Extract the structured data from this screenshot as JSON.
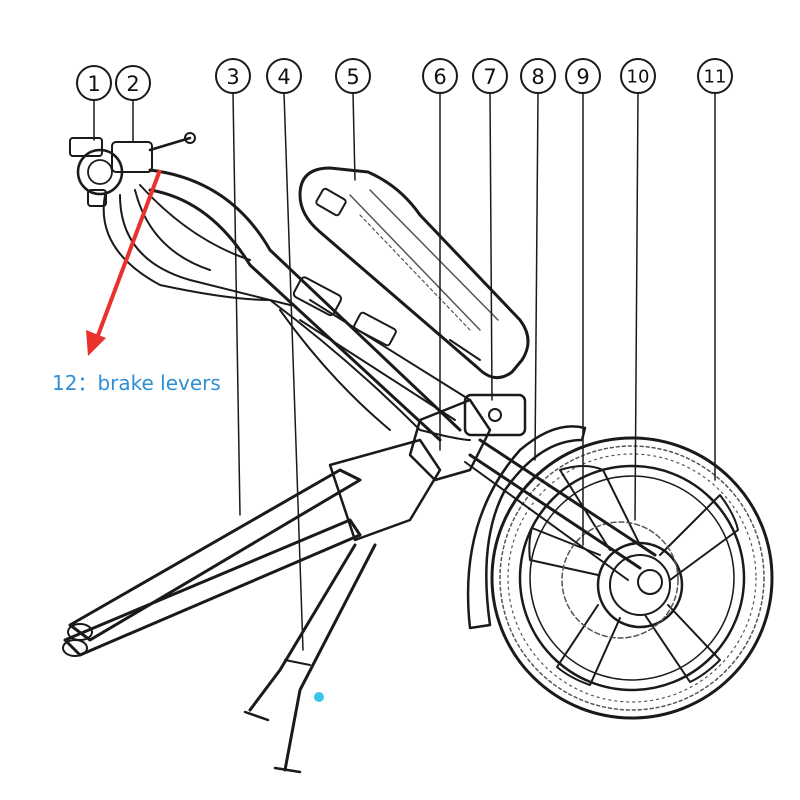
{
  "colors": {
    "note_text": "#2f8fd6",
    "arrow": "#e8322b",
    "line_art": "#1a1a1a",
    "accent_cyan": "#39c6e8"
  },
  "callouts": [
    {
      "number": "1",
      "part": "throttle-grip"
    },
    {
      "number": "2",
      "part": "control-display"
    },
    {
      "number": "3",
      "part": "clamp-frame-arm"
    },
    {
      "number": "4",
      "part": "kickstand"
    },
    {
      "number": "5",
      "part": "battery-pack"
    },
    {
      "number": "6",
      "part": "steering-head"
    },
    {
      "number": "7",
      "part": "battery-lock"
    },
    {
      "number": "8",
      "part": "front-fork"
    },
    {
      "number": "9",
      "part": "hub-motor"
    },
    {
      "number": "10",
      "part": "disc-brake"
    },
    {
      "number": "11",
      "part": "tire"
    }
  ],
  "note": {
    "label": "12：brake levers"
  }
}
